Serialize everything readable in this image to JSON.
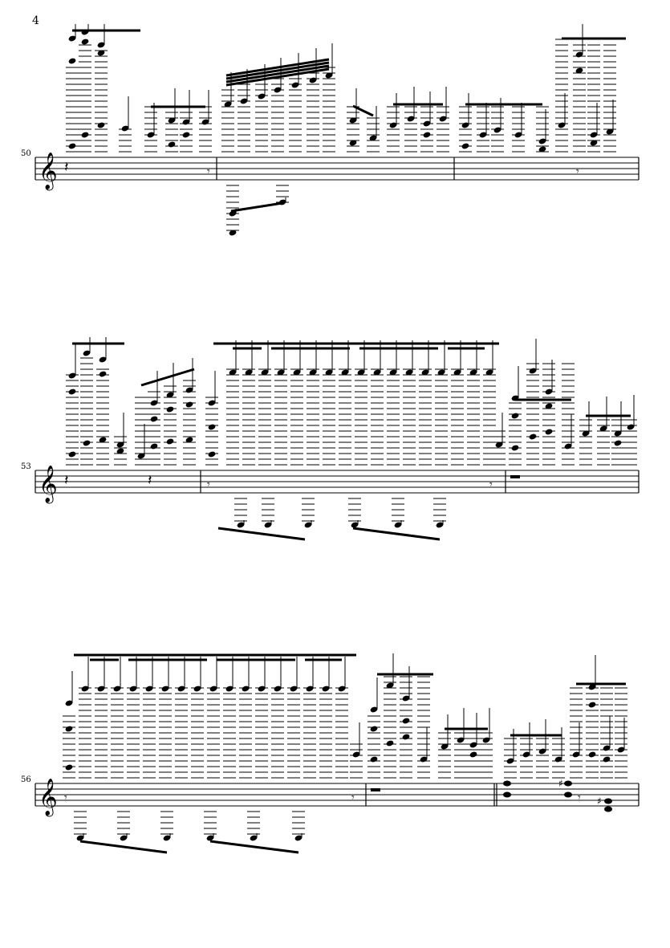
{
  "page": {
    "number": "4",
    "clef": "treble"
  },
  "systems": [
    {
      "start_measure": "50",
      "measures": [
        "50",
        "51",
        "52"
      ],
      "description_note_rows": "dense ledger-line passage above staff"
    },
    {
      "start_measure": "53",
      "measures": [
        "53",
        "54",
        "55"
      ]
    },
    {
      "start_measure": "56",
      "measures": [
        "56",
        "57",
        "58"
      ]
    }
  ]
}
